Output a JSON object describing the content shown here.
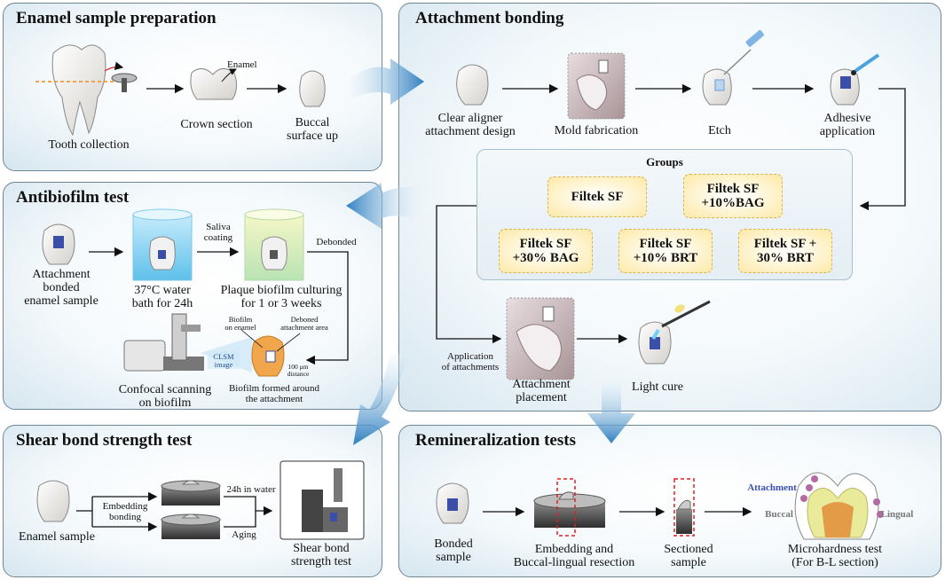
{
  "panels": {
    "enamel_prep": {
      "title": "Enamel sample preparation",
      "enamel": "Enamel",
      "tooth_collection": "Tooth collection",
      "crown_section": "Crown section",
      "buccal_surface": "Buccal\nsurface up"
    },
    "attachment_bonding": {
      "title": "Attachment bonding",
      "design": "Clear aligner\nattachment design",
      "mold": "Mold fabrication",
      "etch": "Etch",
      "adhesive": "Adhesive\napplication",
      "groups_title": "Groups",
      "groups": [
        "Filtek SF",
        "Filtek SF\n+10%BAG",
        "Filtek SF\n+30% BAG",
        "Filtek SF\n+10% BRT",
        "Filtek SF +\n30% BRT"
      ],
      "application": "Application\nof attachments",
      "placement": "Attachment\nplacement",
      "light_cure": "Light cure"
    },
    "antibiofilm": {
      "title": "Antibiofilm test",
      "bonded_sample": "Attachment\nbonded\nenamel sample",
      "water_bath": "37°C water\nbath for 24h",
      "saliva": "Saliva\ncoating",
      "plaque": "Plaque biofilm culturing\nfor 1 or 3 weeks",
      "debonded": "Debonded",
      "biofilm_enamel": "Biofilm\non enamel",
      "deboned_area": "Deboned\nattachment area",
      "clsm": "CLSM\nimage",
      "distance": "100 μm\ndistance",
      "confocal": "Confocal scanning\non biofilm",
      "biofilm_formed": "Biofilm formed around\nthe attachment"
    },
    "shear": {
      "title": "Shear bond strength test",
      "enamel_sample": "Enamel sample",
      "embedding": "Embedding\nbonding",
      "water24": "24h in water",
      "aging": "Aging",
      "shear_test": "Shear bond\nstrength test"
    },
    "remineral": {
      "title": "Remineralization tests",
      "bonded": "Bonded\nsample",
      "embedding": "Embedding and\nBuccal-lingual resection",
      "sectioned": "Sectioned\nsample",
      "attachment": "Attachment",
      "buccal": "Buccal",
      "lingual": "Lingual",
      "micro": "Microhardness test\n(For B-L section)"
    }
  },
  "colors": {
    "panel_border": "#6f8795",
    "arrow_blue": "#3a86c8",
    "group_fill": "#fde9a7",
    "attachment": "#3b4ea8"
  }
}
